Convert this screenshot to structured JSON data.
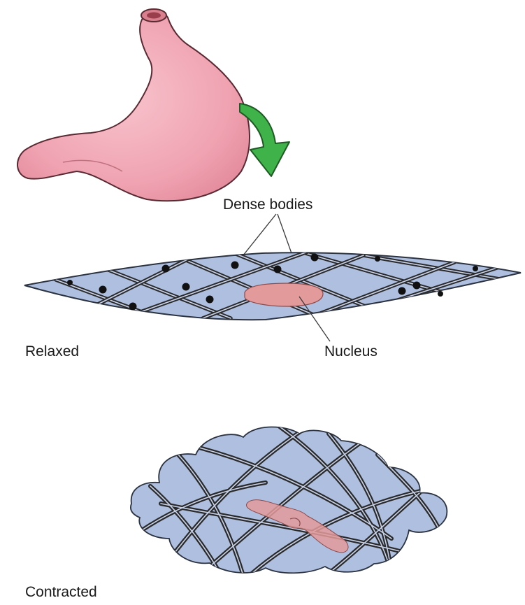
{
  "labels": {
    "dense_bodies": "Dense bodies",
    "relaxed": "Relaxed",
    "nucleus": "Nucleus",
    "contracted": "Contracted"
  },
  "colors": {
    "stomach_fill": "#f1a9b7",
    "stomach_stroke": "#5a2a33",
    "arrow_fill": "#3fb34a",
    "cell_fill": "#aebfe0",
    "cell_stroke": "#2b3240",
    "nucleus_fill": "#e39a9a",
    "filament": "#2a2a2a"
  }
}
